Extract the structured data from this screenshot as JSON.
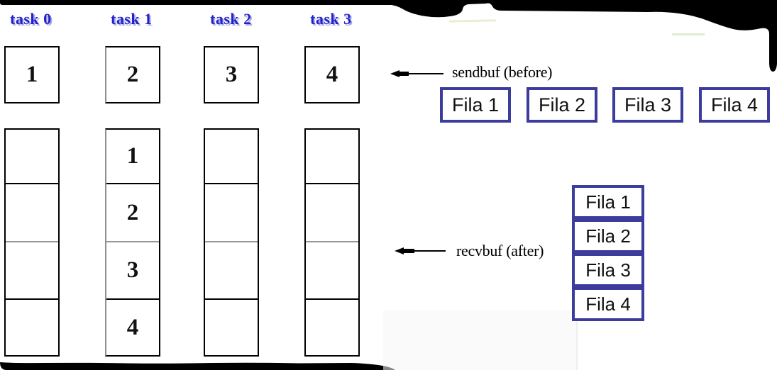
{
  "tasks": [
    {
      "label": "task 0",
      "send_value": "1",
      "recv_values": [
        "",
        "",
        "",
        ""
      ]
    },
    {
      "label": "task 1",
      "send_value": "2",
      "recv_values": [
        "1",
        "2",
        "3",
        "4"
      ]
    },
    {
      "label": "task 2",
      "send_value": "3",
      "recv_values": [
        "",
        "",
        "",
        ""
      ]
    },
    {
      "label": "task 3",
      "send_value": "4",
      "recv_values": [
        "",
        "",
        "",
        ""
      ]
    }
  ],
  "buffers": {
    "send_label": "sendbuf (before)",
    "recv_label": "recvbuf (after)"
  },
  "fila_row": {
    "items": [
      "Fila 1",
      "Fila 2",
      "Fila 3",
      "Fila 4"
    ]
  },
  "fila_stack": {
    "items": [
      "Fila 1",
      "Fila 2",
      "Fila 3",
      "Fila 4"
    ]
  },
  "colors": {
    "task_label_blue": "#2222cc",
    "task_label_shadow": "#a8a8e6",
    "fila_border_indigo": "#3c3c9c",
    "box_border_black": "#000000",
    "gray_border": "#8f8f8f"
  }
}
